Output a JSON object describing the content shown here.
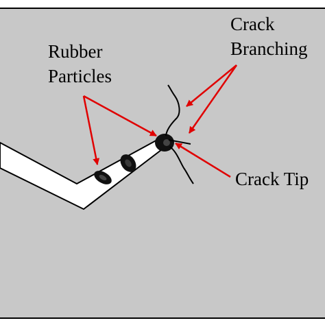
{
  "diagram": {
    "colors": {
      "background_panel": "#c8c8c8",
      "frame": "#000000",
      "crack": "#ffffff",
      "crack_outline": "#000000",
      "arrow": "#e00000",
      "particle": "#000000",
      "text": "#000000"
    },
    "labels": {
      "rubber_line1": "Rubber",
      "rubber_line2": "Particles",
      "branching_line1": "Crack",
      "branching_line2": "Branching",
      "tip": "Crack Tip"
    }
  }
}
